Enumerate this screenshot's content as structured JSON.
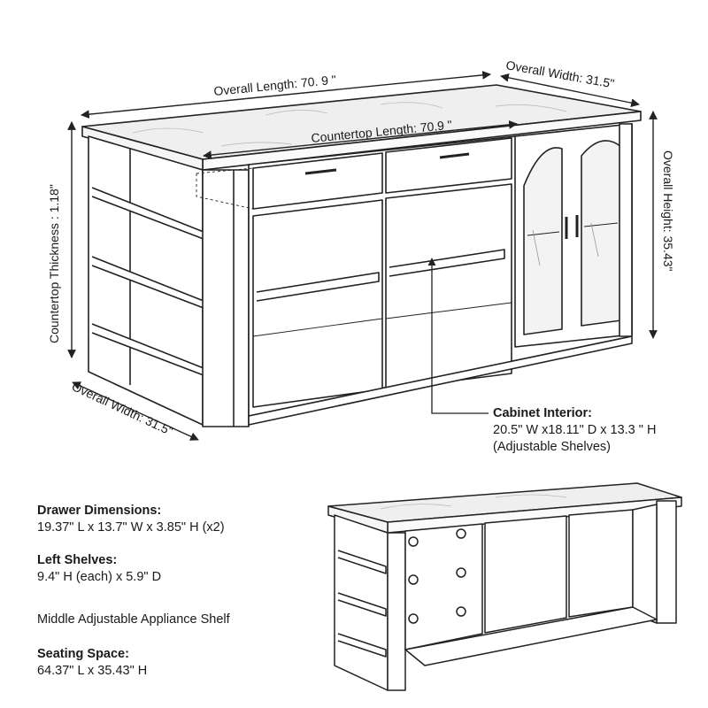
{
  "dimensions": {
    "overall_length": "Overall Length: 70. 9 \"",
    "overall_width_top": "Overall Width: 31.5\"",
    "countertop_length": "Countertop Length: 70.9 \"",
    "countertop_thickness": "Countertop Thickness : 1.18\"",
    "overall_height": "Overall Height: 35.43\"",
    "overall_width_side": "Overall Width: 31.5\""
  },
  "cabinet_interior": {
    "title": "Cabinet Interior:",
    "size": "20.5\" W x18.11\" D x  13.3 \" H",
    "note": "(Adjustable Shelves)"
  },
  "specs": {
    "drawer": {
      "title": "Drawer Dimensions:",
      "value": "19.37\" L x 13.7\" W x 3.85\" H (x2)"
    },
    "left_shelves": {
      "title": "Left Shelves:",
      "value": "9.4\" H (each) x  5.9\" D"
    },
    "appliance_shelf": {
      "value": "Middle Adjustable Appliance Shelf"
    },
    "seating": {
      "title": "Seating Space:",
      "value": "64.37\" L x 35.43\" H"
    }
  },
  "colors": {
    "line": "#222222",
    "marble": "#eeeeee",
    "glass": "#f3f3f3"
  }
}
